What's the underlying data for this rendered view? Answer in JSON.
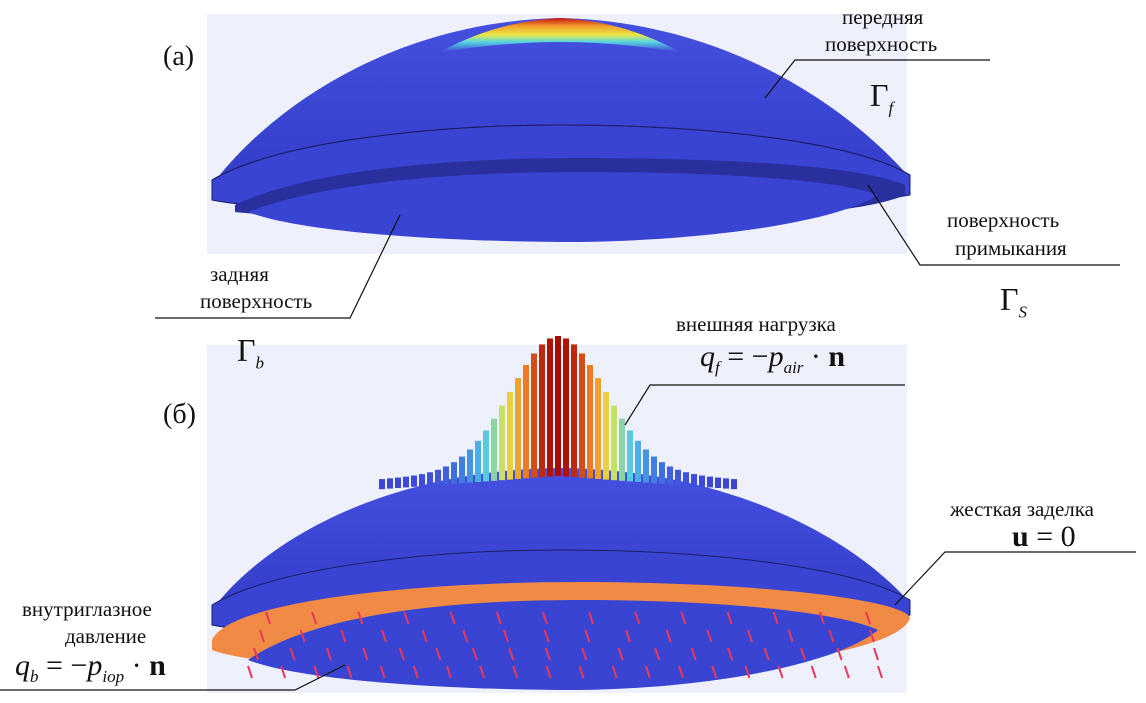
{
  "panel_a": {
    "tag": "(а)",
    "front_surface": {
      "line1": "передняя",
      "line2": "поверхность",
      "symbol": "Γ",
      "subscript": "f"
    },
    "back_surface": {
      "line1": "задняя",
      "line2": "поверхность",
      "symbol": "Γ",
      "subscript": "b"
    },
    "junction_surface": {
      "line1": "поверхность",
      "line2": "примыкания",
      "symbol": "Γ",
      "subscript": "S"
    }
  },
  "panel_b": {
    "tag": "(б)",
    "external_load": {
      "title": "внешняя нагрузка",
      "lhs": "q",
      "lhs_sub": "f",
      "eq": "= −",
      "p": "p",
      "p_sub": "air",
      "dot": "·",
      "vec": "n"
    },
    "rigid_fixation": {
      "title": "жесткая заделка",
      "vec": "u",
      "eq": "= 0"
    },
    "intraocular_pressure": {
      "line1": "внутриглазное",
      "line2": "давление",
      "lhs": "q",
      "lhs_sub": "b",
      "eq": "= −",
      "p": "p",
      "p_sub": "iop",
      "dot": "·",
      "vec": "n"
    }
  },
  "colors": {
    "shell": "#3c46d8",
    "shell_dark": "#2a2f9e",
    "fixation": "#f08a45",
    "arrows_back": "#e8395a",
    "hot": "#b01010",
    "background_panel": "#eef1fb"
  }
}
